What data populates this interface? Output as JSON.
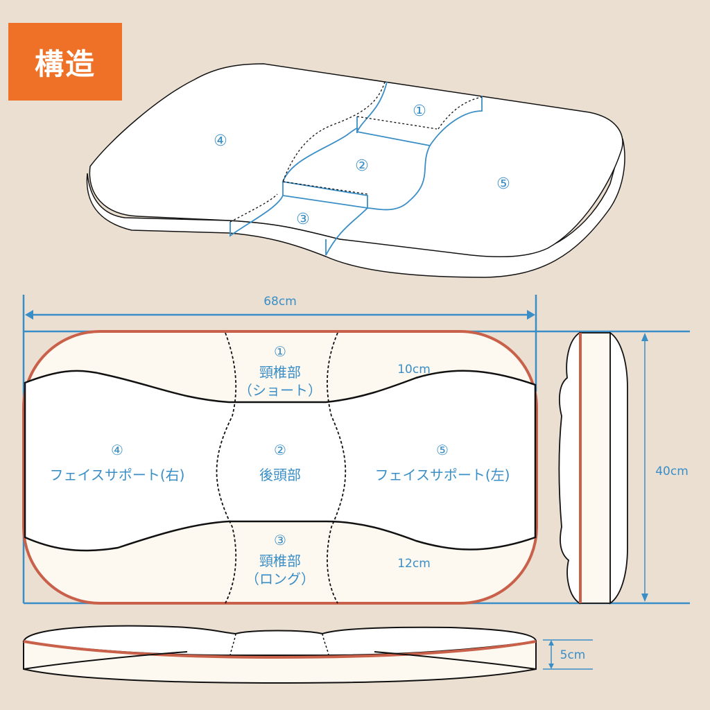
{
  "title": "構造",
  "colors": {
    "accent": "#ef7128",
    "dimension": "#3a8ec6",
    "outline": "#c9604a",
    "background": "#ebdfd2"
  },
  "perspective": {
    "parts": [
      "①",
      "②",
      "③",
      "④",
      "⑤"
    ]
  },
  "top_view": {
    "width_label": "68cm",
    "height_label": "40cm",
    "part1": {
      "num": "①",
      "name": "頸椎部",
      "sub": "（ショート）"
    },
    "part2": {
      "num": "②",
      "name": "後頭部"
    },
    "part3": {
      "num": "③",
      "name": "頸椎部",
      "sub": "（ロング）"
    },
    "part4": {
      "num": "④",
      "name": "フェイスサポート(右)"
    },
    "part5": {
      "num": "⑤",
      "name": "フェイスサポート(左)"
    },
    "dim_top": "10cm",
    "dim_bottom": "12cm"
  },
  "front_view": {
    "height_label": "5cm"
  }
}
